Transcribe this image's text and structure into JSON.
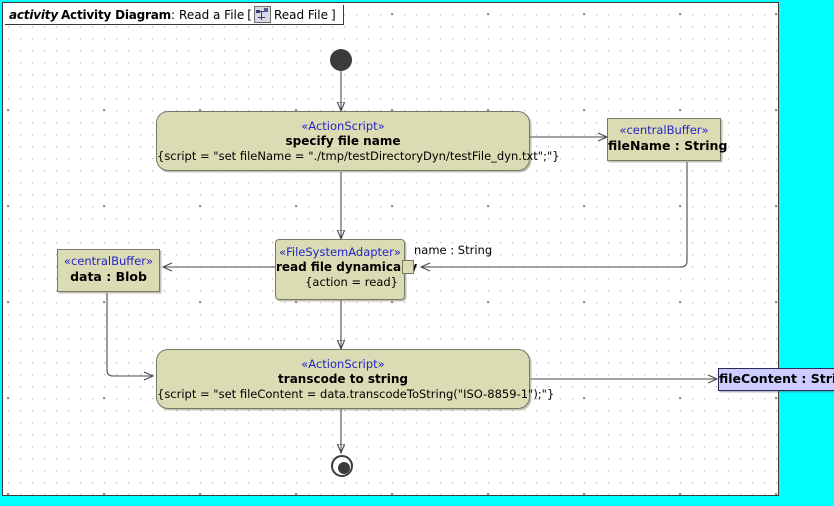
{
  "frame": {
    "keyword": "activity",
    "diagram_type": "Activity Diagram",
    "separator": ":",
    "name": "Read a File",
    "bracket_open": "[",
    "icon": "activity-diagram-icon",
    "element_name": "Read File",
    "bracket_close": "]"
  },
  "colors": {
    "canvas_background": "#00ffff",
    "frame_background": "#ffffff",
    "node_fill": "#dcdcb4",
    "node_border": "#787864",
    "stereotype_text": "#2424c8",
    "pin_fill": "#ccccff",
    "pin_border": "#2a2a5a",
    "edge": "#4a4a4a",
    "control_node": "#3b3b3b"
  },
  "nodes": {
    "initial": {
      "name": "initial-node"
    },
    "final": {
      "name": "activity-final-node"
    },
    "specify_file_name": {
      "stereotype": "«ActionScript»",
      "name": "specify file name",
      "tagged_value": "{script = \"set fileName = \"./tmp/testDirectoryDyn/testFile_dyn.txt\";\"}"
    },
    "filename_buffer": {
      "stereotype": "«centralBuffer»",
      "name": "fileName : String"
    },
    "read_file": {
      "stereotype": "«FileSystemAdapter»",
      "name": "read file dynamically",
      "tagged_value": "{action = read}"
    },
    "data_buffer": {
      "stereotype": "«centralBuffer»",
      "name": "data : Blob"
    },
    "transcode": {
      "stereotype": "«ActionScript»",
      "name": "transcode to string",
      "tagged_value": "{script = \"set fileContent = data.transcodeToString(\"ISO-8859-1\");\"}"
    },
    "file_content_pin": {
      "name": "fileContent : String"
    }
  },
  "edge_labels": {
    "name_string": "name : String"
  }
}
